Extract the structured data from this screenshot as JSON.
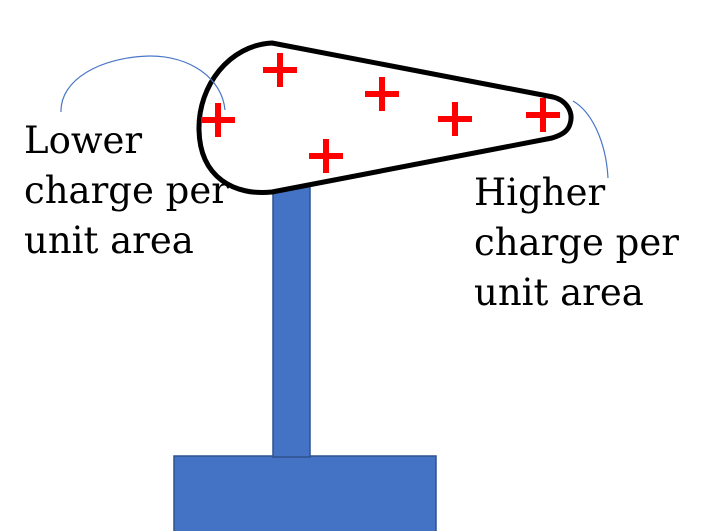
{
  "labels": {
    "left": [
      "Lower",
      "charge per",
      "unit area"
    ],
    "right": [
      "Higher",
      "charge per",
      "unit area"
    ]
  },
  "charges": {
    "symbol": "+",
    "count": 6,
    "color": "#ff0000"
  },
  "colors": {
    "stand": "#4472c4",
    "stand_edge": "#2f528f",
    "conductor_outline": "#000000",
    "conductor_fill": "#ffffff",
    "leader_line": "#4a76c7"
  }
}
